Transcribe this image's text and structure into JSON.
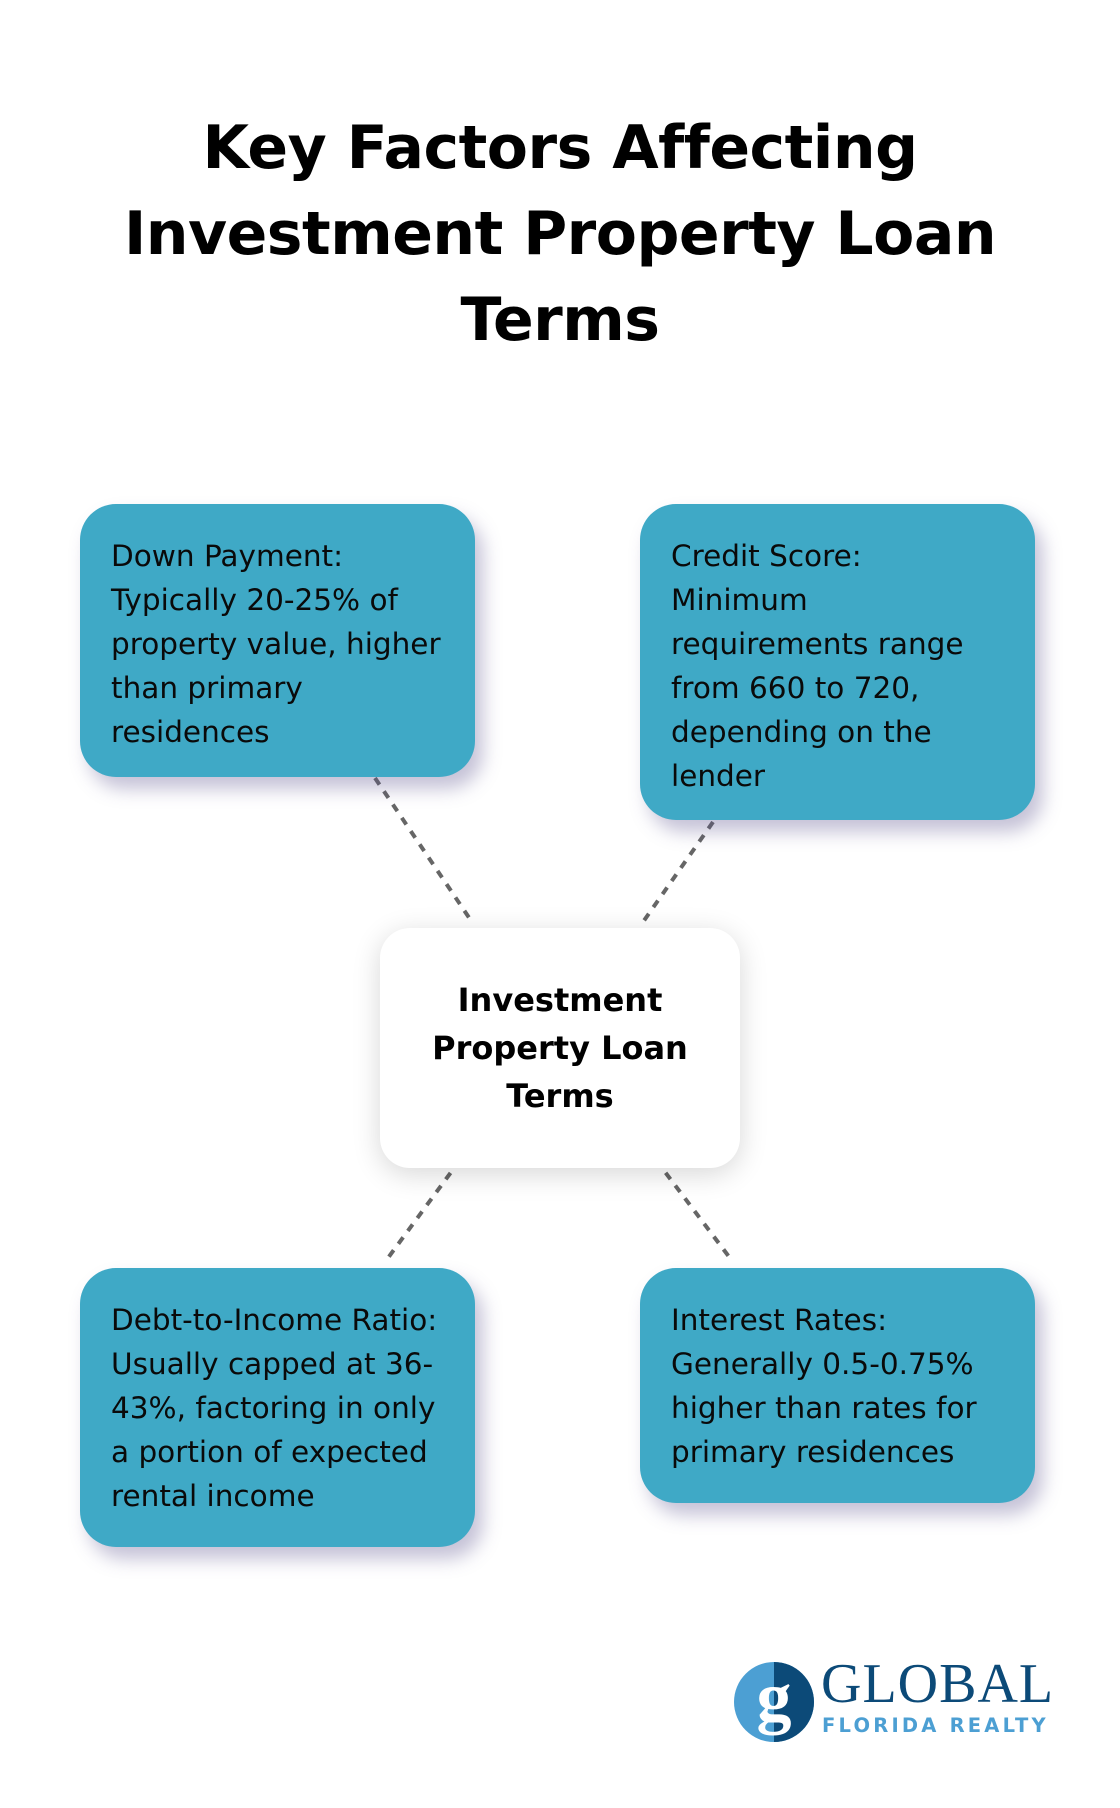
{
  "title": {
    "lines": [
      "Key Factors Affecting",
      "Investment Property Loan",
      "Terms"
    ]
  },
  "center_node": {
    "lines": [
      "Investment",
      "Property Loan",
      "Terms"
    ]
  },
  "factors": [
    {
      "id": "down-payment",
      "position": "top-left",
      "lines": [
        "Down Payment:",
        "Typically 20-25% of",
        "property value, higher",
        "than primary",
        "residences"
      ]
    },
    {
      "id": "credit-score",
      "position": "top-right",
      "lines": [
        "Credit Score:",
        "Minimum",
        "requirements range",
        "from 660 to 720,",
        "depending on the",
        "lender"
      ]
    },
    {
      "id": "debt-to-income",
      "position": "bottom-left",
      "lines": [
        "Debt-to-Income Ratio:",
        "Usually capped at 36-",
        "43%, factoring in only",
        "a portion of expected",
        "rental income"
      ]
    },
    {
      "id": "interest-rates",
      "position": "bottom-right",
      "lines": [
        "Interest Rates:",
        "Generally 0.5-0.75%",
        "higher than rates for",
        "primary residences"
      ]
    }
  ],
  "logo": {
    "mark": "g",
    "name": "GLOBAL",
    "subtitle": "FLORIDA REALTY"
  },
  "colors": {
    "box_fill": "#3fa9c6",
    "center_fill": "#ffffff",
    "connector": "#666666",
    "logo_dark": "#0c4a78",
    "logo_light": "#4c9fd3"
  }
}
